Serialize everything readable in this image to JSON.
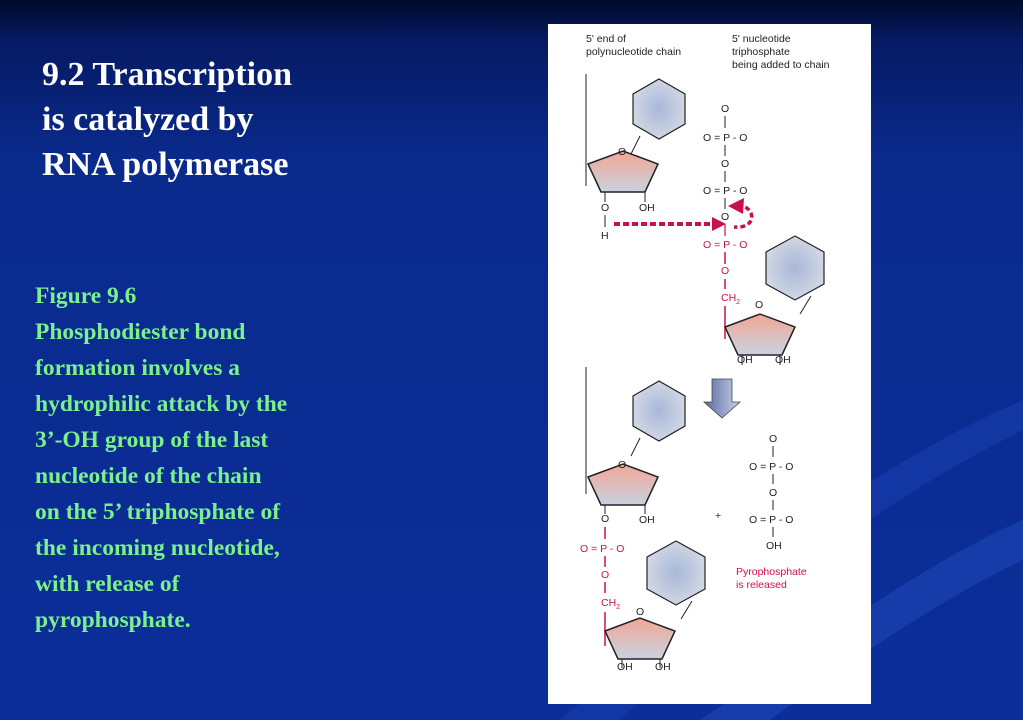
{
  "slide": {
    "title_lines": [
      "9.2 Transcription",
      "is catalyzed by",
      "RNA polymerase"
    ],
    "caption_lines": [
      "Figure 9.6",
      "Phosphodiester bond",
      "formation involves a",
      "hydrophilic attack by the",
      "3’-OH group of the last",
      "nucleotide of the chain",
      "on the 5’ triphosphate of",
      "the incoming nucleotide,",
      "with release of",
      "pyrophosphate."
    ]
  },
  "figure": {
    "labels": {
      "chain_end_1": "5' end of",
      "chain_end_2": "polynucleotide chain",
      "nucleotide_1": "5' nucleotide",
      "nucleotide_2": "triphosphate",
      "nucleotide_3": "being added to chain",
      "pyro_1": "Pyrophosphate",
      "pyro_2": "is released"
    },
    "atoms": {
      "o": "O",
      "oh": "OH",
      "h": "H",
      "phosphate": "O = P - O",
      "ch2": "CH",
      "ch2_sub": "2",
      "plus": "+"
    },
    "colors": {
      "bond_highlight": "#d0104c",
      "caption_text": "#7CF08A",
      "title_text": "#ffffff",
      "ring_fill_top": "#f0a090",
      "base_fill": "#c8d0de"
    }
  }
}
